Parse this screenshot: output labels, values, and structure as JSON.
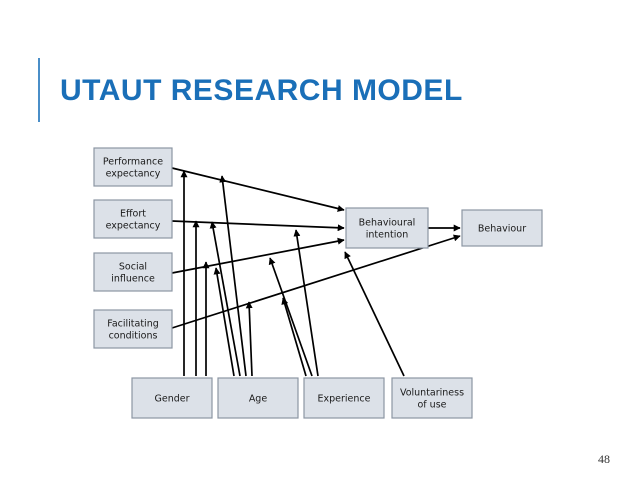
{
  "slide": {
    "title": "UTAUT RESEARCH MODEL",
    "page_number": "48"
  },
  "colors": {
    "title": "#1a6fb8",
    "accent_bar": "#4a8ec8",
    "box_fill": "#dce1e8",
    "box_border": "#8c96a3",
    "arrow": "#000000"
  },
  "diagram": {
    "nodes": [
      {
        "id": "performance",
        "lines": [
          "Performance",
          "expectancy"
        ]
      },
      {
        "id": "effort",
        "lines": [
          "Effort",
          "expectancy"
        ]
      },
      {
        "id": "social",
        "lines": [
          "Social",
          "influence"
        ]
      },
      {
        "id": "facilitating",
        "lines": [
          "Facilitating",
          "conditions"
        ]
      },
      {
        "id": "intention",
        "lines": [
          "Behavioural",
          "intention"
        ]
      },
      {
        "id": "behaviour",
        "lines": [
          "Behaviour"
        ]
      },
      {
        "id": "gender",
        "lines": [
          "Gender"
        ]
      },
      {
        "id": "age",
        "lines": [
          "Age"
        ]
      },
      {
        "id": "experience",
        "lines": [
          "Experience"
        ]
      },
      {
        "id": "voluntariness",
        "lines": [
          "Voluntariness",
          "of use"
        ]
      }
    ],
    "edges": [
      {
        "from": "performance",
        "to": "intention"
      },
      {
        "from": "effort",
        "to": "intention"
      },
      {
        "from": "social",
        "to": "intention"
      },
      {
        "from": "facilitating",
        "to": "behaviour"
      },
      {
        "from": "intention",
        "to": "behaviour"
      },
      {
        "from": "gender",
        "to": "performance-edge"
      },
      {
        "from": "gender",
        "to": "effort-edge"
      },
      {
        "from": "gender",
        "to": "social-edge"
      },
      {
        "from": "age",
        "to": "performance-edge"
      },
      {
        "from": "age",
        "to": "effort-edge"
      },
      {
        "from": "age",
        "to": "social-edge"
      },
      {
        "from": "age",
        "to": "facilitating-edge"
      },
      {
        "from": "experience",
        "to": "effort-edge"
      },
      {
        "from": "experience",
        "to": "social-edge"
      },
      {
        "from": "experience",
        "to": "facilitating-edge"
      },
      {
        "from": "voluntariness",
        "to": "social-edge"
      }
    ]
  }
}
